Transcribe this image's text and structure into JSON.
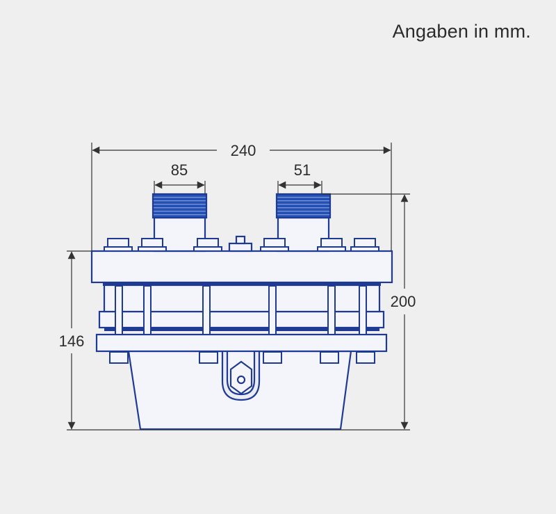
{
  "units_note": "Angaben in mm.",
  "dimensions": {
    "overall_width": "240",
    "left_connection_spacing": "85",
    "right_connection_width": "51",
    "total_height": "200",
    "base_height": "146"
  },
  "colors": {
    "background": "#efefef",
    "outline": "#1f3a93",
    "fill": "#f4f5fa",
    "thread": "#2450b4",
    "dimension_line": "#333333"
  }
}
